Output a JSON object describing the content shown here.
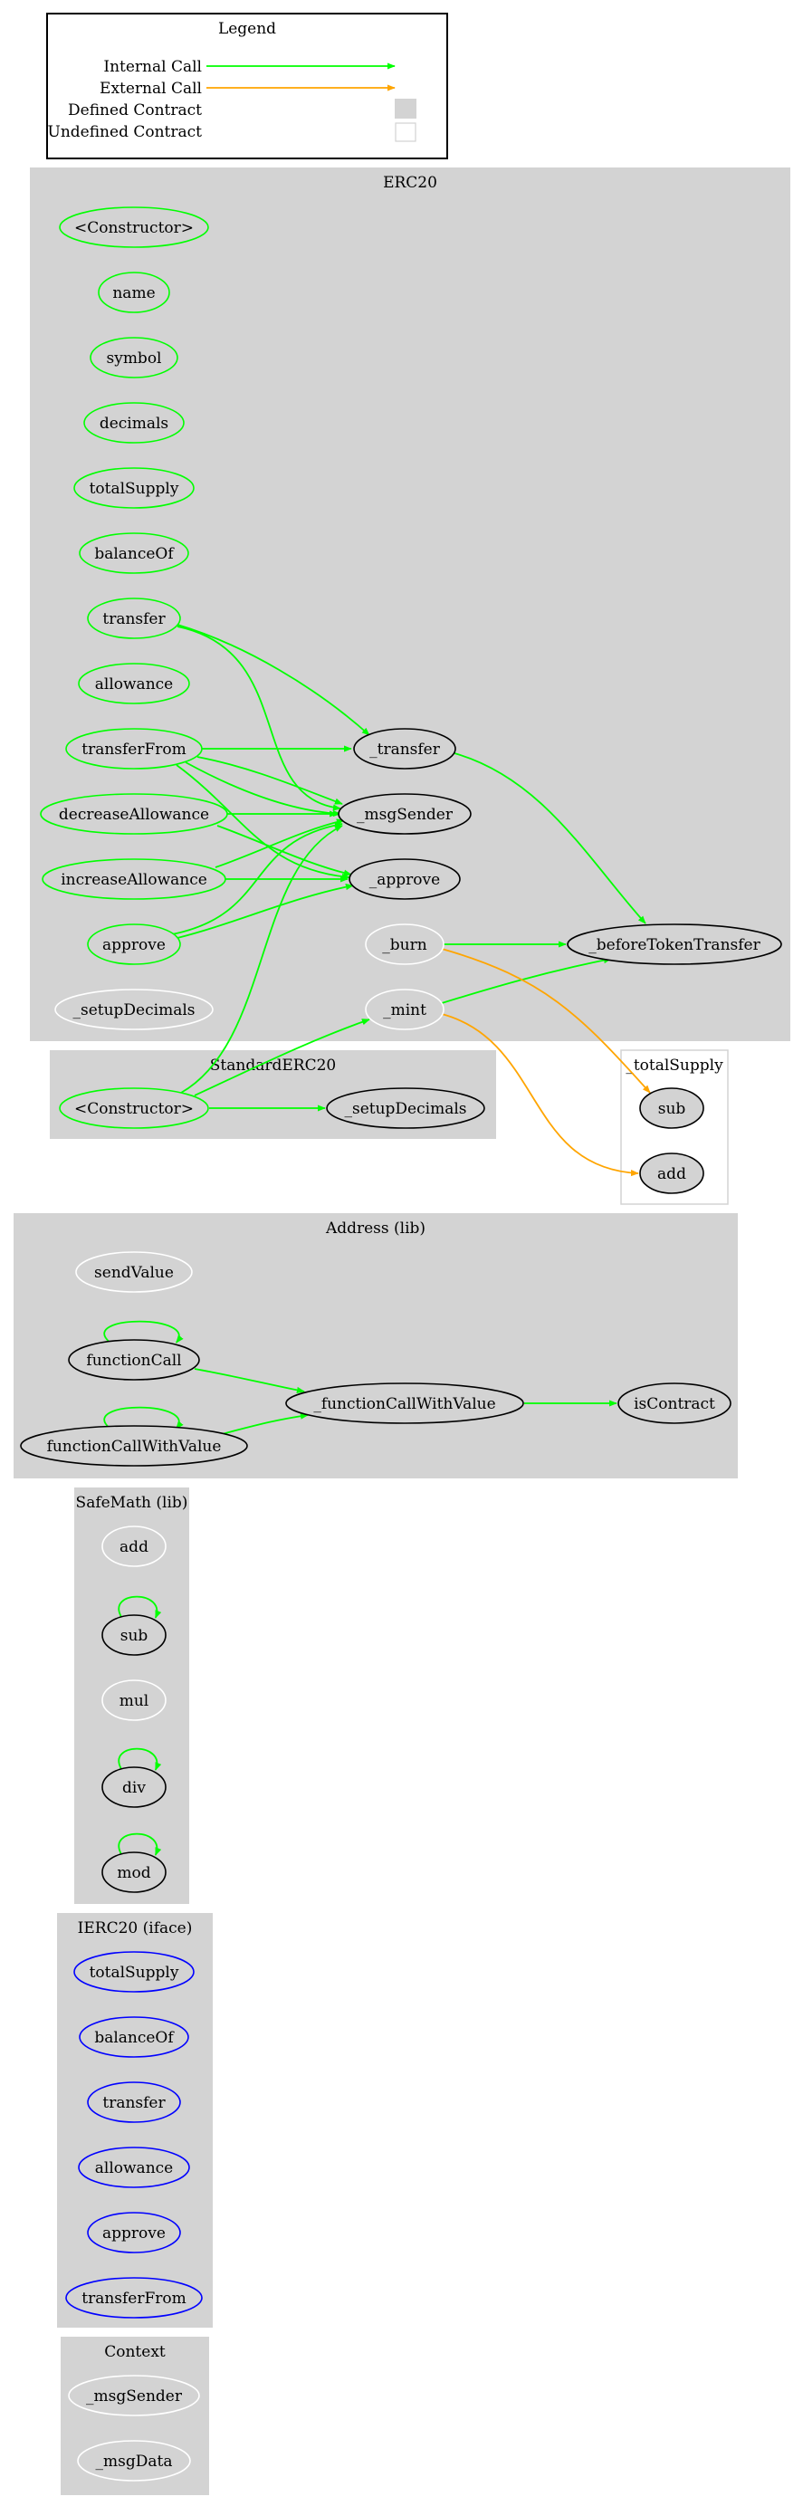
{
  "colors": {
    "internal": "#00ff00",
    "external": "#ffa500",
    "defined_fill": "#d3d3d3",
    "node_green": "#00ff00",
    "node_black": "#000000",
    "node_white": "#ffffff",
    "node_blue": "#0000ff"
  },
  "legend": {
    "title": "Legend",
    "rows": [
      {
        "label": "Internal Call",
        "kind": "internal"
      },
      {
        "label": "External Call",
        "kind": "external"
      },
      {
        "label": "Defined Contract",
        "kind": "defined"
      },
      {
        "label": "Undefined Contract",
        "kind": "undefined"
      }
    ]
  },
  "clusters": [
    {
      "id": "erc20",
      "label": "ERC20"
    },
    {
      "id": "standard",
      "label": "StandardERC20"
    },
    {
      "id": "totalsupply",
      "label": "_totalSupply"
    },
    {
      "id": "address",
      "label": "Address  (lib)"
    },
    {
      "id": "safemath",
      "label": "SafeMath  (lib)"
    },
    {
      "id": "ierc20",
      "label": "IERC20  (iface)"
    },
    {
      "id": "context",
      "label": "Context"
    }
  ],
  "nodes": [
    {
      "id": "erc20_ctor",
      "label": "<Constructor>",
      "style": "green"
    },
    {
      "id": "erc20_name",
      "label": "name",
      "style": "green"
    },
    {
      "id": "erc20_symbol",
      "label": "symbol",
      "style": "green"
    },
    {
      "id": "erc20_decimals",
      "label": "decimals",
      "style": "green"
    },
    {
      "id": "erc20_totalSupply",
      "label": "totalSupply",
      "style": "green"
    },
    {
      "id": "erc20_balanceOf",
      "label": "balanceOf",
      "style": "green"
    },
    {
      "id": "erc20_transfer",
      "label": "transfer",
      "style": "green"
    },
    {
      "id": "erc20_allowance",
      "label": "allowance",
      "style": "green"
    },
    {
      "id": "erc20_transferFrom",
      "label": "transferFrom",
      "style": "green"
    },
    {
      "id": "erc20_decreaseAllowance",
      "label": "decreaseAllowance",
      "style": "green"
    },
    {
      "id": "erc20_increaseAllowance",
      "label": "increaseAllowance",
      "style": "green"
    },
    {
      "id": "erc20_approve",
      "label": "approve",
      "style": "green"
    },
    {
      "id": "erc20_setupDecimals",
      "label": "_setupDecimals",
      "style": "white"
    },
    {
      "id": "erc20__transfer",
      "label": "_transfer",
      "style": "black"
    },
    {
      "id": "erc20__msgSender",
      "label": "_msgSender",
      "style": "black"
    },
    {
      "id": "erc20__approve",
      "label": "_approve",
      "style": "black"
    },
    {
      "id": "erc20__burn",
      "label": "_burn",
      "style": "white"
    },
    {
      "id": "erc20__mint",
      "label": "_mint",
      "style": "white"
    },
    {
      "id": "erc20__beforeTokenTransfer",
      "label": "_beforeTokenTransfer",
      "style": "black"
    },
    {
      "id": "std_ctor",
      "label": "<Constructor>",
      "style": "green"
    },
    {
      "id": "std_setupDecimals",
      "label": "_setupDecimals",
      "style": "black"
    },
    {
      "id": "ts_sub",
      "label": "sub",
      "style": "black"
    },
    {
      "id": "ts_add",
      "label": "add",
      "style": "black"
    },
    {
      "id": "addr_sendValue",
      "label": "sendValue",
      "style": "white"
    },
    {
      "id": "addr_functionCall",
      "label": "functionCall",
      "style": "black"
    },
    {
      "id": "addr_functionCallWithValue",
      "label": "functionCallWithValue",
      "style": "black"
    },
    {
      "id": "addr__functionCallWithValue",
      "label": "_functionCallWithValue",
      "style": "black"
    },
    {
      "id": "addr_isContract",
      "label": "isContract",
      "style": "black"
    },
    {
      "id": "sm_add",
      "label": "add",
      "style": "white"
    },
    {
      "id": "sm_sub",
      "label": "sub",
      "style": "black"
    },
    {
      "id": "sm_mul",
      "label": "mul",
      "style": "white"
    },
    {
      "id": "sm_div",
      "label": "div",
      "style": "black"
    },
    {
      "id": "sm_mod",
      "label": "mod",
      "style": "black"
    },
    {
      "id": "if_totalSupply",
      "label": "totalSupply",
      "style": "blue"
    },
    {
      "id": "if_balanceOf",
      "label": "balanceOf",
      "style": "blue"
    },
    {
      "id": "if_transfer",
      "label": "transfer",
      "style": "blue"
    },
    {
      "id": "if_allowance",
      "label": "allowance",
      "style": "blue"
    },
    {
      "id": "if_approve",
      "label": "approve",
      "style": "blue"
    },
    {
      "id": "if_transferFrom",
      "label": "transferFrom",
      "style": "blue"
    },
    {
      "id": "ctx_msgSender",
      "label": "_msgSender",
      "style": "white"
    },
    {
      "id": "ctx_msgData",
      "label": "_msgData",
      "style": "white"
    }
  ],
  "edges": [
    {
      "from": "erc20_transfer",
      "to": "erc20__transfer",
      "kind": "internal"
    },
    {
      "from": "erc20_transfer",
      "to": "erc20__msgSender",
      "kind": "internal"
    },
    {
      "from": "erc20_transferFrom",
      "to": "erc20__transfer",
      "kind": "internal"
    },
    {
      "from": "erc20_transferFrom",
      "to": "erc20__msgSender",
      "kind": "internal"
    },
    {
      "from": "erc20_transferFrom",
      "to": "erc20__msgSender",
      "kind": "internal"
    },
    {
      "from": "erc20_transferFrom",
      "to": "erc20__approve",
      "kind": "internal"
    },
    {
      "from": "erc20_decreaseAllowance",
      "to": "erc20__msgSender",
      "kind": "internal"
    },
    {
      "from": "erc20_decreaseAllowance",
      "to": "erc20__approve",
      "kind": "internal"
    },
    {
      "from": "erc20_increaseAllowance",
      "to": "erc20__msgSender",
      "kind": "internal"
    },
    {
      "from": "erc20_increaseAllowance",
      "to": "erc20__approve",
      "kind": "internal"
    },
    {
      "from": "erc20_approve",
      "to": "erc20__msgSender",
      "kind": "internal"
    },
    {
      "from": "erc20_approve",
      "to": "erc20__approve",
      "kind": "internal"
    },
    {
      "from": "erc20__transfer",
      "to": "erc20__beforeTokenTransfer",
      "kind": "internal"
    },
    {
      "from": "erc20__burn",
      "to": "erc20__beforeTokenTransfer",
      "kind": "internal"
    },
    {
      "from": "erc20__mint",
      "to": "erc20__beforeTokenTransfer",
      "kind": "internal"
    },
    {
      "from": "erc20__burn",
      "to": "ts_sub",
      "kind": "external"
    },
    {
      "from": "erc20__mint",
      "to": "ts_add",
      "kind": "external"
    },
    {
      "from": "std_ctor",
      "to": "std_setupDecimals",
      "kind": "internal"
    },
    {
      "from": "std_ctor",
      "to": "erc20__msgSender",
      "kind": "internal"
    },
    {
      "from": "std_ctor",
      "to": "erc20__mint",
      "kind": "internal"
    },
    {
      "from": "addr_functionCall",
      "to": "addr_functionCall",
      "kind": "internal"
    },
    {
      "from": "addr_functionCall",
      "to": "addr__functionCallWithValue",
      "kind": "internal"
    },
    {
      "from": "addr_functionCallWithValue",
      "to": "addr_functionCallWithValue",
      "kind": "internal"
    },
    {
      "from": "addr_functionCallWithValue",
      "to": "addr__functionCallWithValue",
      "kind": "internal"
    },
    {
      "from": "addr__functionCallWithValue",
      "to": "addr_isContract",
      "kind": "internal"
    },
    {
      "from": "sm_sub",
      "to": "sm_sub",
      "kind": "internal"
    },
    {
      "from": "sm_div",
      "to": "sm_div",
      "kind": "internal"
    },
    {
      "from": "sm_mod",
      "to": "sm_mod",
      "kind": "internal"
    }
  ]
}
